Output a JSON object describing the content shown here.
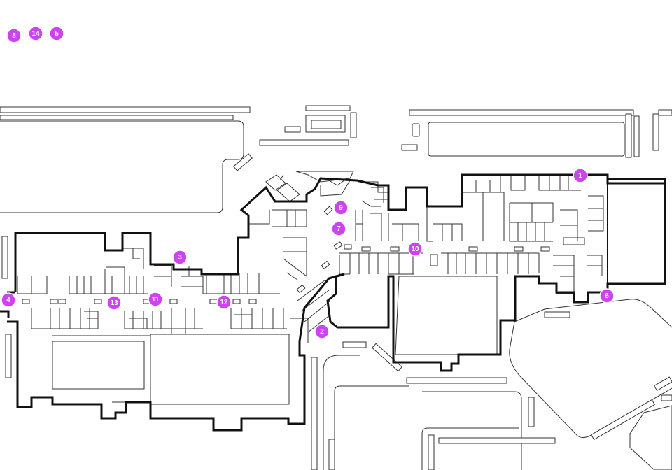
{
  "map": {
    "marker_color": "#cc44ee",
    "wall_color": "#111111",
    "background": "#ffffff",
    "markers": [
      {
        "label": "8"
      },
      {
        "label": "14"
      },
      {
        "label": "5"
      },
      {
        "label": "1"
      },
      {
        "label": "9"
      },
      {
        "label": "7"
      },
      {
        "label": "10"
      },
      {
        "label": "3"
      },
      {
        "label": "4"
      },
      {
        "label": "13"
      },
      {
        "label": "11"
      },
      {
        "label": "12"
      },
      {
        "label": "6"
      },
      {
        "label": "2"
      }
    ]
  }
}
